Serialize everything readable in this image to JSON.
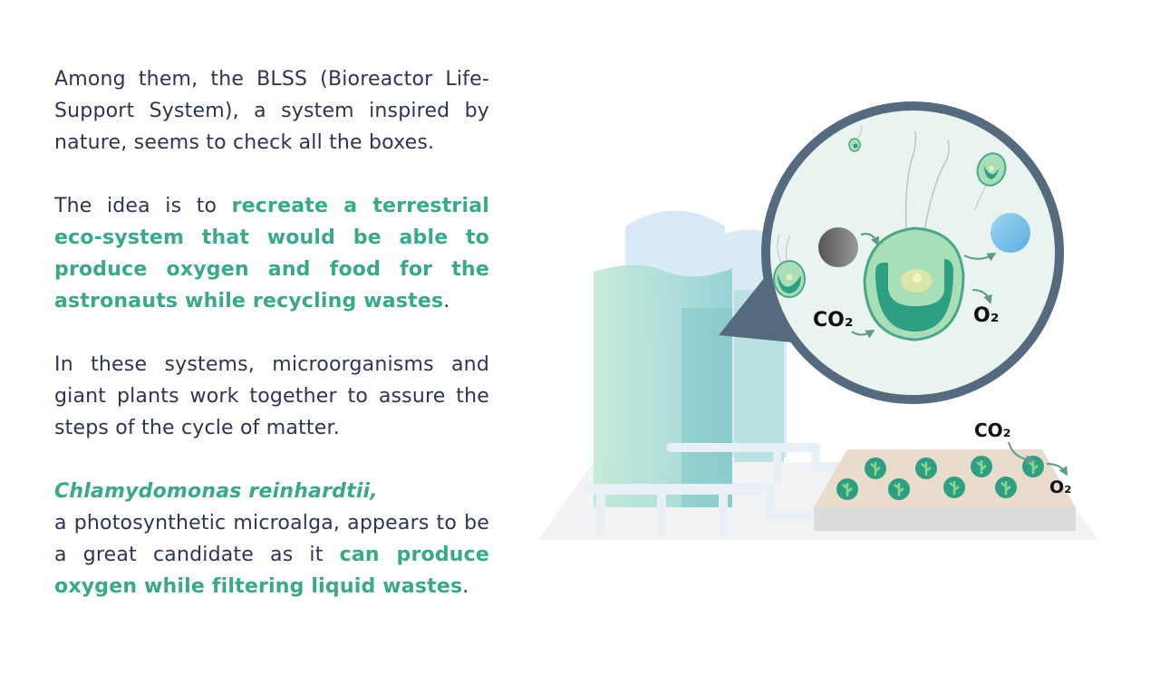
{
  "text": {
    "p1": "Among them, the BLSS (Bioreactor Life-Support System), a system inspired by nature, seems to check all the boxes.",
    "p2_pre": "The idea is to ",
    "p2_hl": "recreate a terrestrial eco-system that would be able to produce oxygen and food for the astronauts while recycling wastes",
    "p2_post": ".",
    "p3": "In these systems, microorganisms and giant plants work together to assure the steps of the cycle of matter.",
    "p4_species": "Chlamydomonas reinhardtii,",
    "p4_pre": "a photosynthetic microalga, appears to be a great candidate as it ",
    "p4_hl": "can produce oxygen while filtering liquid wastes",
    "p4_post": "."
  },
  "labels": {
    "co2_cell": "CO₂",
    "o2_cell": "O₂",
    "co2_plants": "CO₂",
    "o2_plants": "O₂"
  },
  "colors": {
    "text": "#2d3552",
    "accent": "#3aa889",
    "lens_border": "#566a7e"
  }
}
